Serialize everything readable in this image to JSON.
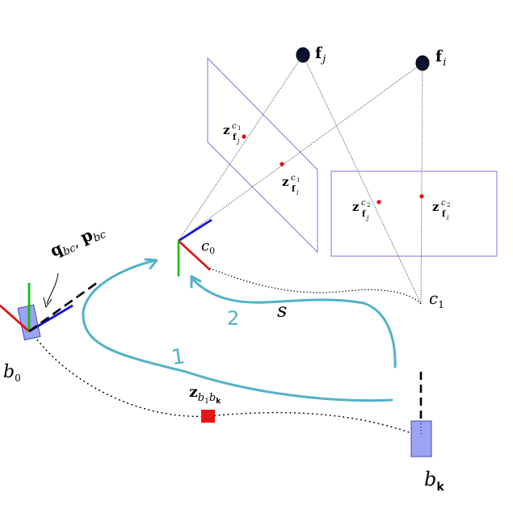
{
  "colors": {
    "plane_outline": "#6b6bdc",
    "feature_dot": "#0b1230",
    "observation_dot": "#e01010",
    "imu_box_fill": "#9ba3f2",
    "imu_box_stroke": "#404ab0",
    "preint_square": "#e81515",
    "axis_x": "#e01010",
    "axis_y": "#10c010",
    "axis_z": "#1010e0",
    "annotation_stroke": "#52b2c8"
  },
  "labels": {
    "feature_j": {
      "main": "f",
      "sub": "j"
    },
    "feature_i": {
      "main": "f",
      "sub": "i"
    },
    "obs_c1_fj": {
      "main": "z",
      "sub": "f",
      "subsub": "j",
      "sup": "c",
      "supsub": "1"
    },
    "obs_c1_fi": {
      "main": "z",
      "sub": "f",
      "subsub": "i",
      "sup": "c",
      "supsub": "1"
    },
    "obs_c2_fj": {
      "main": "z",
      "sub": "f",
      "subsub": "j",
      "sup": "c",
      "supsub": "2"
    },
    "obs_c2_fi": {
      "main": "z",
      "sub": "f",
      "subsub": "i",
      "sup": "c",
      "supsub": "2"
    },
    "camera_c0": {
      "main": "c",
      "sub": "0"
    },
    "camera_c1": {
      "main": "c",
      "sub": "1"
    },
    "body_b0": {
      "main": "b",
      "sub": "0"
    },
    "body_bk": {
      "main": "b",
      "sub": "k"
    },
    "extrinsic": {
      "q": "q",
      "q_sub": "bc",
      "sep": ", ",
      "p": "p",
      "p_sub": "bc"
    },
    "preintegration": {
      "main": "z",
      "sub1": "b",
      "sub1sub": "1",
      "sub2": "b",
      "sub2sub": "k"
    },
    "scale": "s",
    "annotation_1": "1",
    "annotation_2": "2"
  }
}
